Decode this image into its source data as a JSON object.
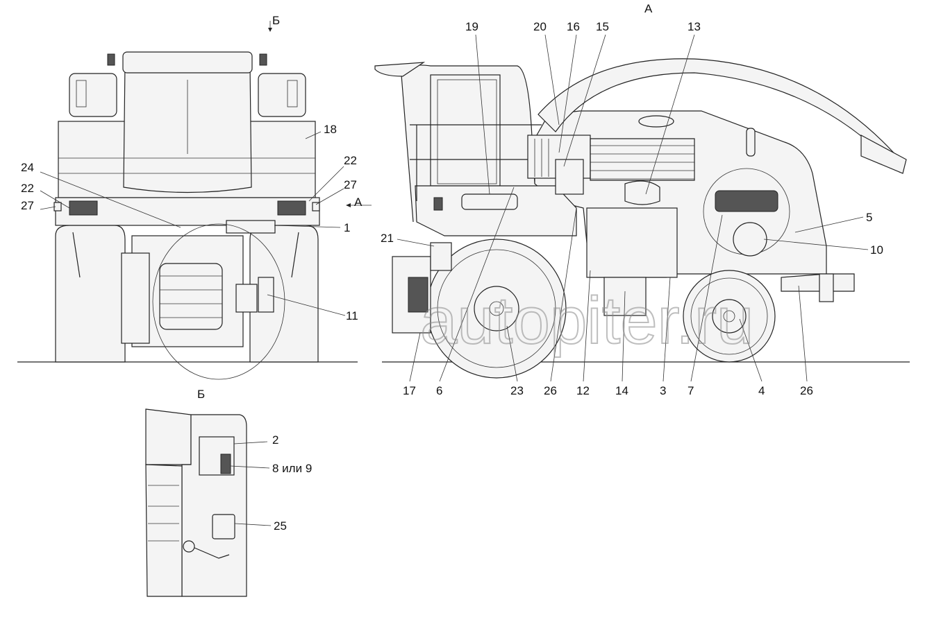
{
  "title": "Machine label and component layout diagram",
  "watermark": "autopiter.ru",
  "views": {
    "front_view_marker": "Б",
    "side_view_marker": "А",
    "front_arrow_marker": "А",
    "detail_view_title": "Б"
  },
  "labels": {
    "top": [
      "19",
      "20",
      "16",
      "15",
      "13"
    ],
    "front_right": [
      "18",
      "22",
      "27",
      "1",
      "11"
    ],
    "front_left": [
      "24",
      "22",
      "27"
    ],
    "side_right": [
      "21",
      "5",
      "10"
    ],
    "bottom": [
      "17",
      "6",
      "23",
      "26",
      "12",
      "14",
      "3",
      "7",
      "4",
      "26"
    ],
    "detail": [
      "2",
      "8 или 9",
      "25"
    ]
  }
}
